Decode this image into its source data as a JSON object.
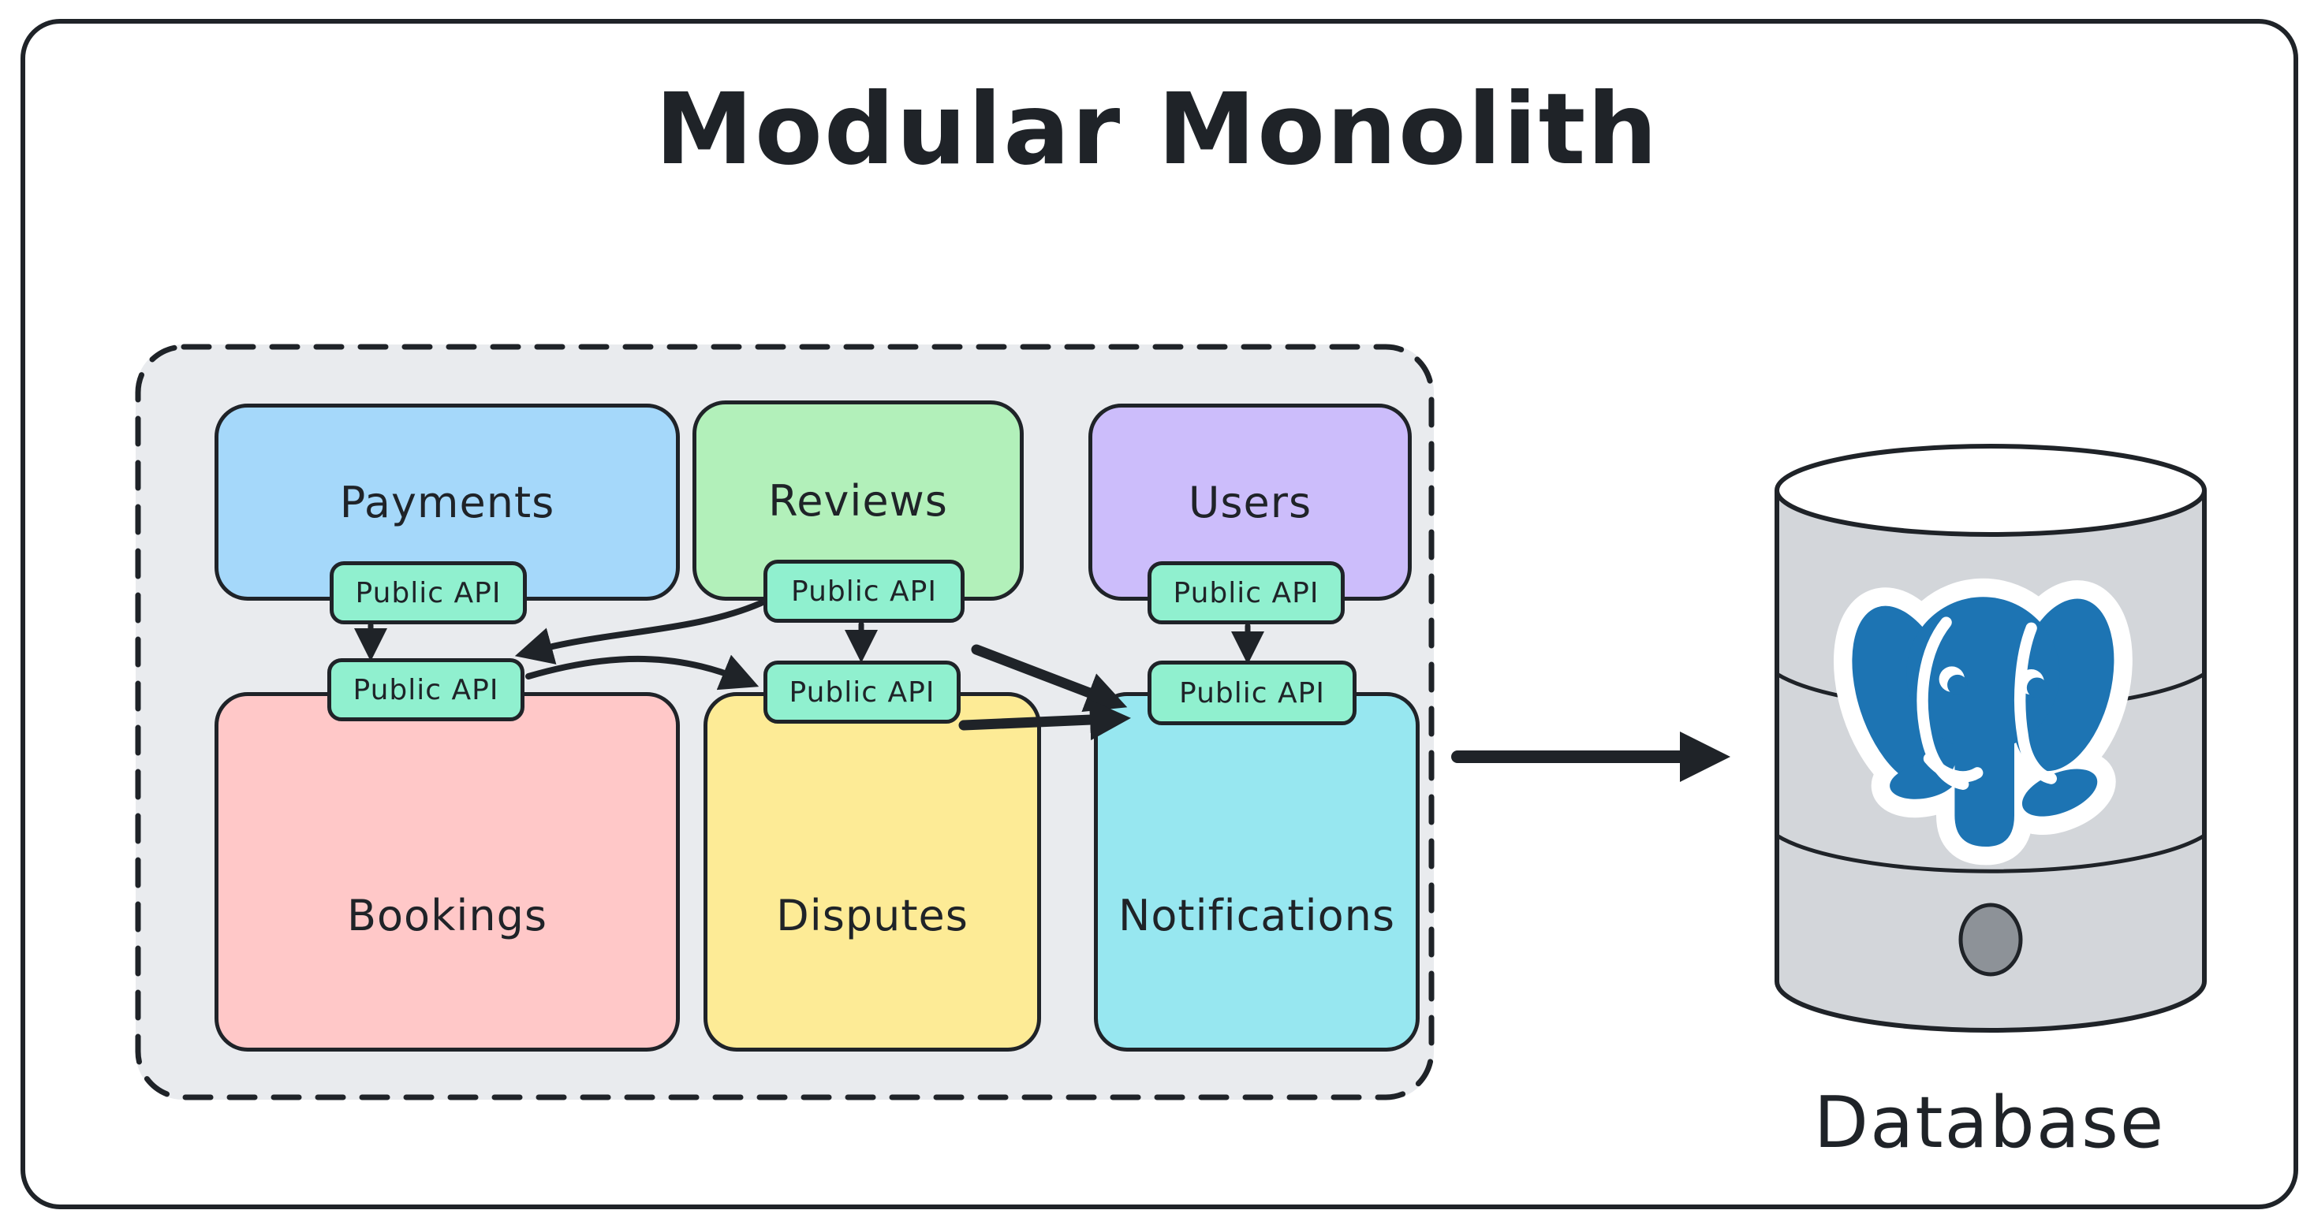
{
  "title": "Modular Monolith",
  "monolith": {
    "api_label": "Public API",
    "modules": [
      {
        "id": "payments",
        "label": "Payments",
        "color": "#a5d8fa"
      },
      {
        "id": "reviews",
        "label": "Reviews",
        "color": "#b2f0ba"
      },
      {
        "id": "users",
        "label": "Users",
        "color": "#ccbdfb"
      },
      {
        "id": "bookings",
        "label": "Bookings",
        "color": "#ffc8c8"
      },
      {
        "id": "disputes",
        "label": "Disputes",
        "color": "#fdeb96"
      },
      {
        "id": "notifications",
        "label": "Notifications",
        "color": "#97e7f0"
      }
    ],
    "connections": [
      {
        "from": "payments.public_api",
        "to": "bookings.public_api"
      },
      {
        "from": "reviews.public_api",
        "to": "bookings.public_api"
      },
      {
        "from": "reviews.public_api",
        "to": "disputes.public_api"
      },
      {
        "from": "reviews.public_api",
        "to": "notifications.public_api"
      },
      {
        "from": "users.public_api",
        "to": "notifications.public_api"
      },
      {
        "from": "bookings.public_api",
        "to": "disputes.public_api"
      },
      {
        "from": "disputes.public_api",
        "to": "notifications.public_api"
      }
    ]
  },
  "database": {
    "label": "Database",
    "icon": "postgresql-elephant-icon"
  },
  "external_connection": {
    "from": "modular-monolith",
    "to": "database"
  },
  "colors": {
    "ink": "#1f2328",
    "canvas_bg": "#ffffff",
    "monolith_bg": "#e9ebee",
    "api_badge": "#90f0cf",
    "db_cylinder": "#d3d6da",
    "db_top": "#ffffff",
    "db_knob": "#8d9298",
    "postgres_blue": "#1d74b3"
  }
}
